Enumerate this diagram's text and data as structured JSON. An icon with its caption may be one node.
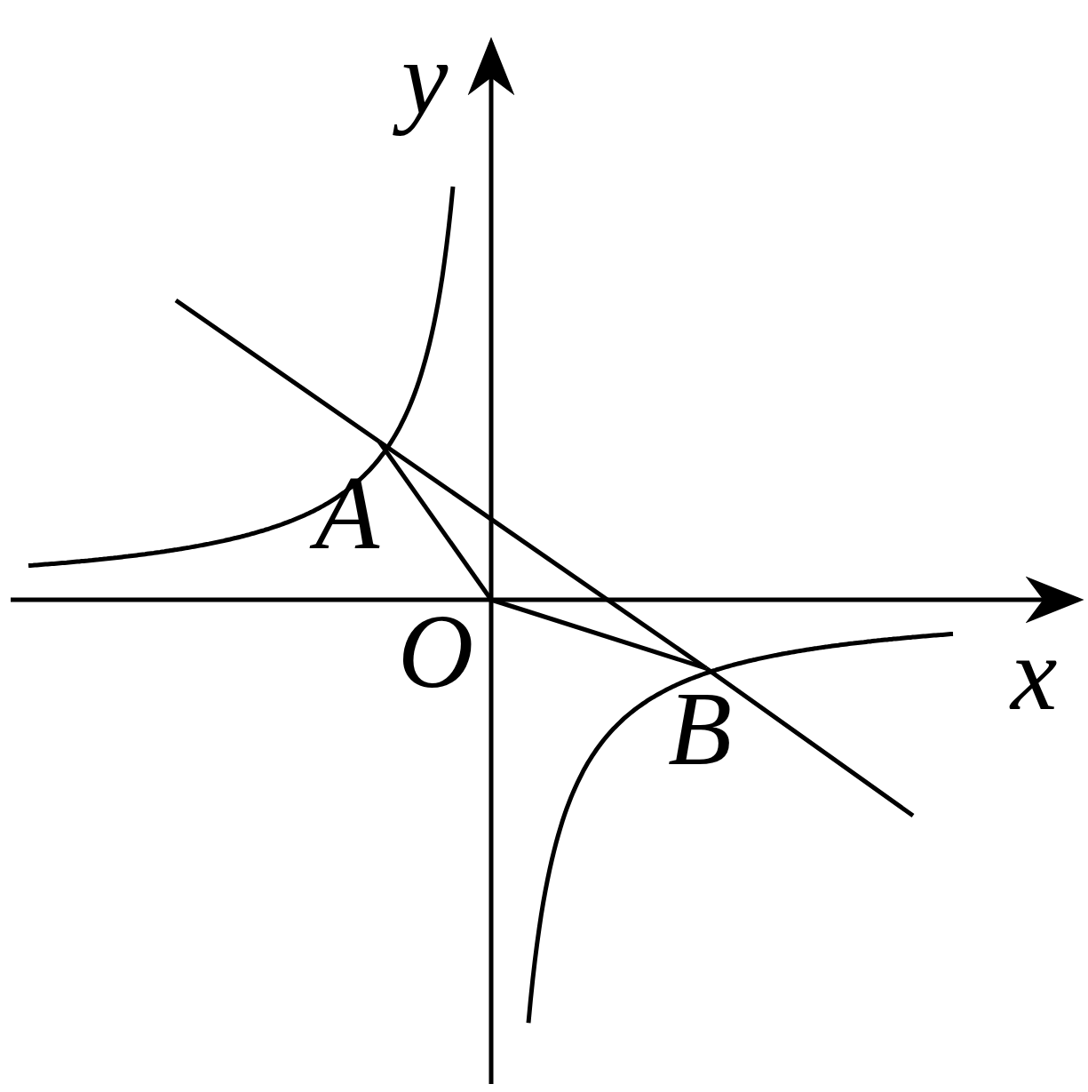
{
  "diagram": {
    "nodes": [
      {
        "text": [
          "A"
        ]
      },
      {
        "text": [
          "O"
        ]
      },
      {
        "text": [
          "B"
        ]
      }
    ],
    "edges": [
      {
        "from": 1,
        "to": 0,
        "arrow": "none"
      },
      {
        "from": 1,
        "to": 2,
        "arrow": "none"
      },
      {
        "from": 0,
        "to": 2,
        "arrow": "none"
      }
    ],
    "labels": [
      "y",
      "x"
    ]
  }
}
